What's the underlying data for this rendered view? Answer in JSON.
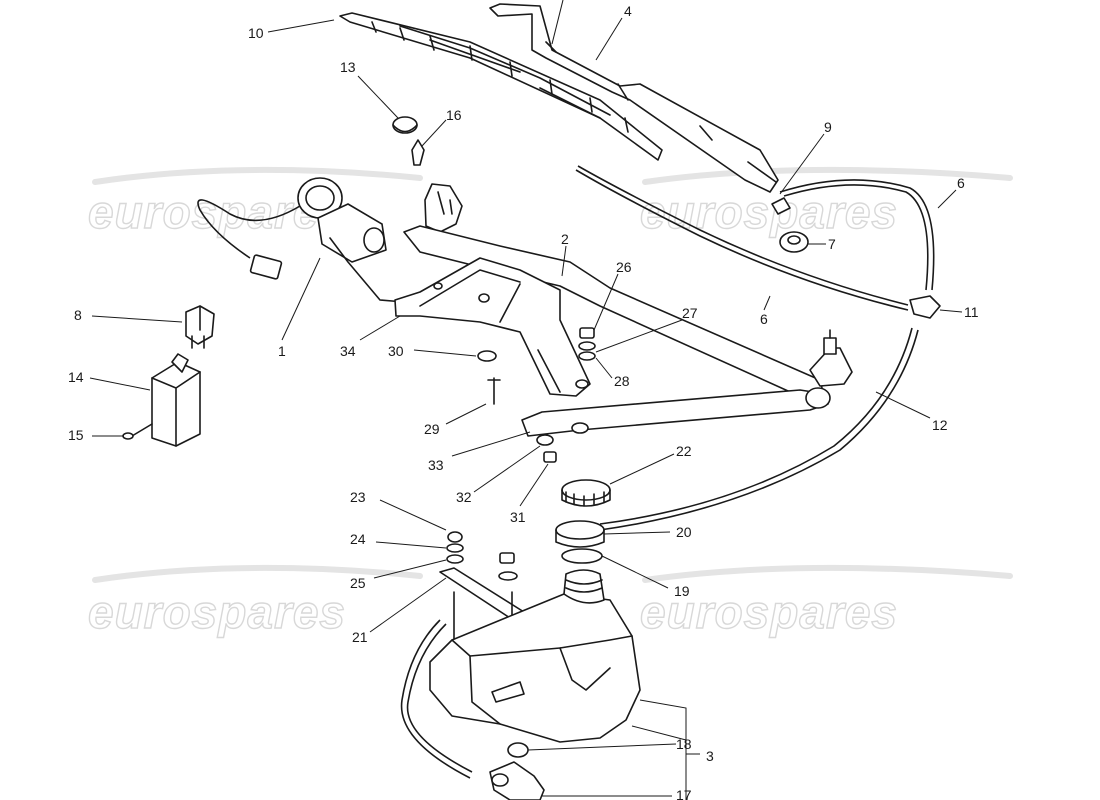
{
  "watermark": {
    "text": "eurospares"
  },
  "callouts": [
    {
      "id": "c10",
      "label": "10"
    },
    {
      "id": "c4",
      "label": "4"
    },
    {
      "id": "c13",
      "label": "13"
    },
    {
      "id": "c16",
      "label": "16"
    },
    {
      "id": "c9",
      "label": "9"
    },
    {
      "id": "c6a",
      "label": "6"
    },
    {
      "id": "c7",
      "label": "7"
    },
    {
      "id": "c2",
      "label": "2"
    },
    {
      "id": "c26",
      "label": "26"
    },
    {
      "id": "c6b",
      "label": "6"
    },
    {
      "id": "c11",
      "label": "11"
    },
    {
      "id": "c8",
      "label": "8"
    },
    {
      "id": "c27",
      "label": "27"
    },
    {
      "id": "c1",
      "label": "1"
    },
    {
      "id": "c34",
      "label": "34"
    },
    {
      "id": "c30",
      "label": "30"
    },
    {
      "id": "c28",
      "label": "28"
    },
    {
      "id": "c14",
      "label": "14"
    },
    {
      "id": "c29",
      "label": "29"
    },
    {
      "id": "c12",
      "label": "12"
    },
    {
      "id": "c15",
      "label": "15"
    },
    {
      "id": "c33",
      "label": "33"
    },
    {
      "id": "c22",
      "label": "22"
    },
    {
      "id": "c32",
      "label": "32"
    },
    {
      "id": "c31",
      "label": "31"
    },
    {
      "id": "c23",
      "label": "23"
    },
    {
      "id": "c20",
      "label": "20"
    },
    {
      "id": "c24",
      "label": "24"
    },
    {
      "id": "c25",
      "label": "25"
    },
    {
      "id": "c19",
      "label": "19"
    },
    {
      "id": "c21",
      "label": "21"
    },
    {
      "id": "c18",
      "label": "18"
    },
    {
      "id": "c3",
      "label": "3"
    },
    {
      "id": "c17",
      "label": "17"
    }
  ]
}
